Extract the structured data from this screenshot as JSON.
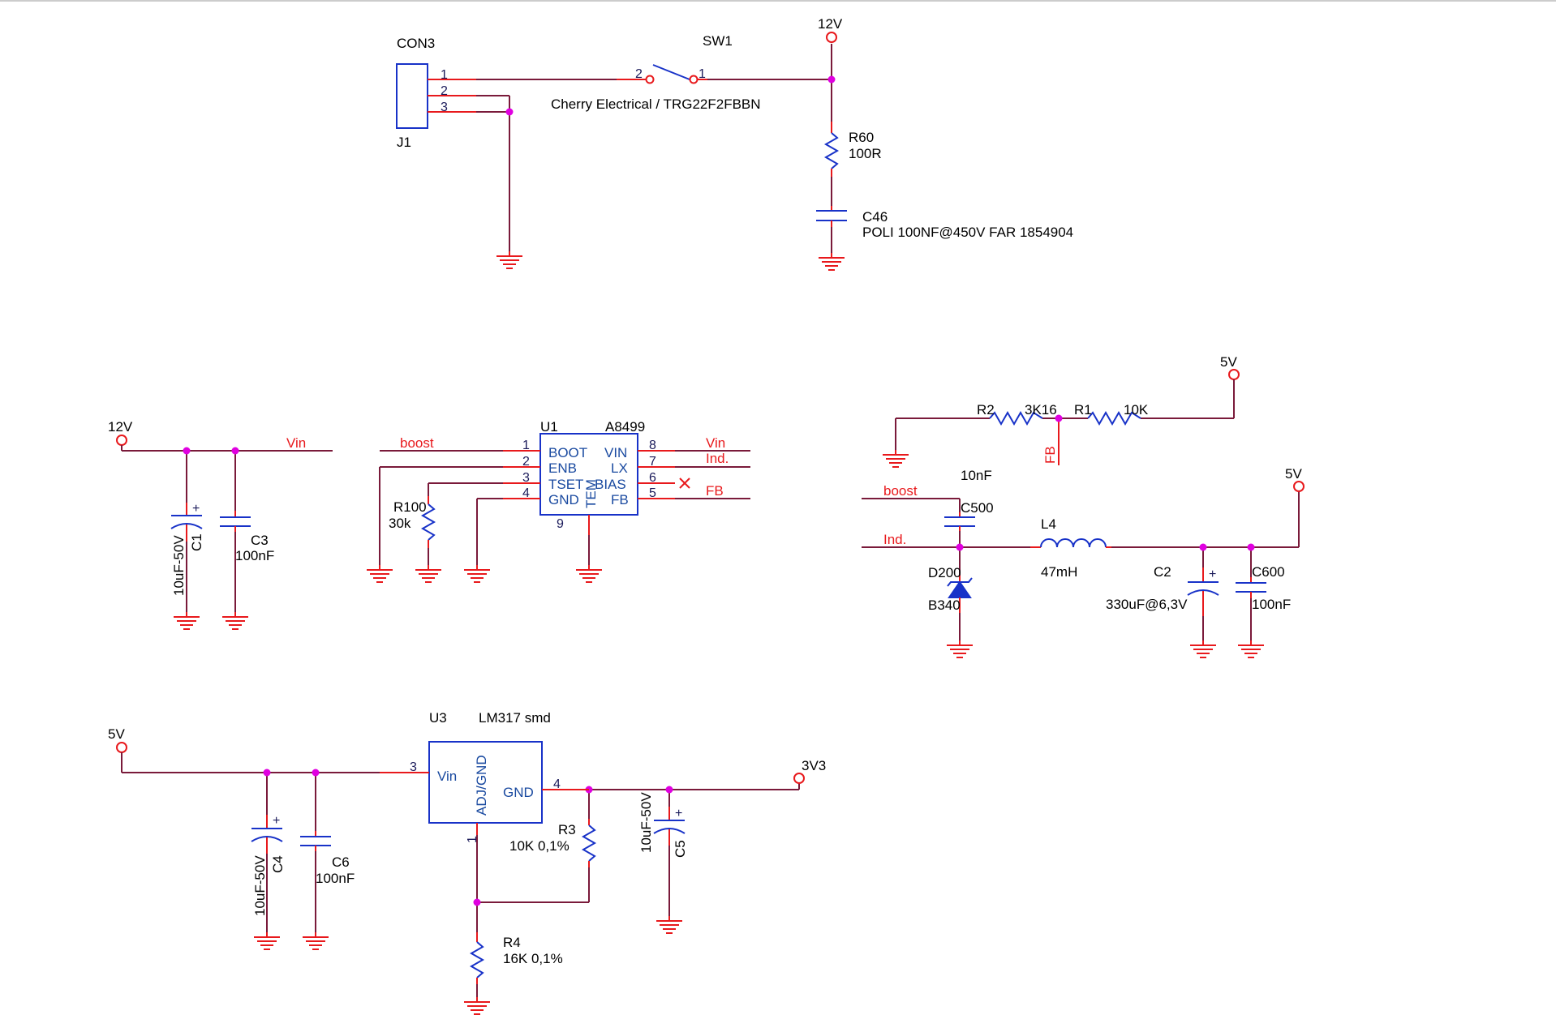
{
  "labels": {
    "con3": "CON3",
    "j1": "J1",
    "sw1": "SW1",
    "sw1_desc": "Cherry Electrical / TRG22F2FBBN",
    "r60": "R60",
    "r60_val": "100R",
    "c46": "C46",
    "c46_val": "POLI 100NF@450V FAR 1854904",
    "c1": "C1",
    "c1_val": "10uF-50V",
    "c3": "C3",
    "c3_val": "100nF",
    "u1": "U1",
    "u1_part": "A8499",
    "r100": "R100",
    "r100_val": "30k",
    "r2": "R2",
    "r2_val": "3K16",
    "r1": "R1",
    "r1_val": "10K",
    "c500": "C500",
    "c500_val": "10nF",
    "l4": "L4",
    "l4_val": "47mH",
    "d200": "D200",
    "d200_val": "B340",
    "c2": "C2",
    "c2_val": "330uF@6,3V",
    "c600": "C600",
    "c600_val": "100nF",
    "u3": "U3",
    "u3_part": "LM317 smd",
    "c4": "C4",
    "c4_val": "10uF-50V",
    "c6": "C6",
    "c6_val": "100nF",
    "r3": "R3",
    "r3_val": "10K 0,1%",
    "r4": "R4",
    "r4_val": "16K 0,1%",
    "c5": "C5",
    "c5_val": "10uF-50V"
  },
  "nets": {
    "v12": "12V",
    "v5": "5V",
    "v3v3": "3V3",
    "vin": "Vin",
    "boost": "boost",
    "ind": "Ind.",
    "fb": "FB"
  },
  "pins": {
    "p1": "1",
    "p2": "2",
    "p3": "3",
    "p4": "4",
    "p5": "5",
    "p6": "6",
    "p7": "7",
    "p8": "8",
    "p9": "9",
    "plus": "+"
  },
  "u1_pins": {
    "boot": "BOOT",
    "enb": "ENB",
    "tset": "TSET",
    "gnd": "GND",
    "vin": "VIN",
    "lx": "LX",
    "bias": "BIAS",
    "fb": "FB",
    "tpad": "TEM"
  },
  "u3_pins": {
    "vin": "Vin",
    "gnd": "GND",
    "adj": "ADJ/GND"
  }
}
